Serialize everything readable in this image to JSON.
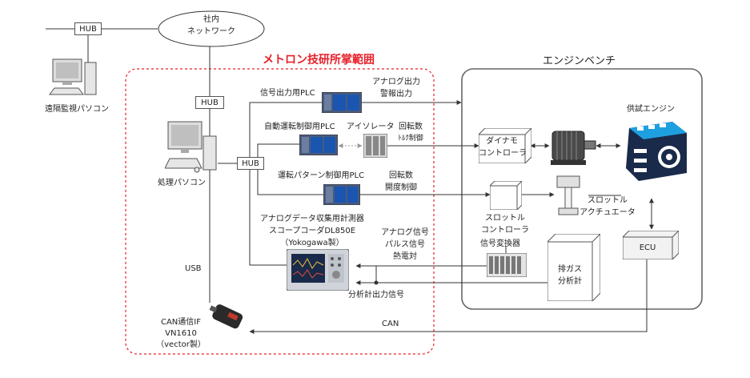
{
  "scope_title": "メトロン技研所掌範囲",
  "bench_title": "エンジンベンチ",
  "network": {
    "hub_top": "HUB",
    "cloud_line1": "社内",
    "cloud_line2": "ネットワーク"
  },
  "remote_pc_label": "遠隔監視パソコン",
  "hub_mid": "HUB",
  "hub_left": "HUB",
  "processing_pc_label": "処理パソコン",
  "usb_label": "USB",
  "can_if": {
    "line1": "CAN通信IF",
    "line2": "VN1610",
    "line3": "（vector製）"
  },
  "plc_signal_label": "信号出力用PLC",
  "plc_auto_label": "自動運転制御用PLC",
  "plc_pattern_label": "運転パターン制御用PLC",
  "isolator_label": "アイソレータ",
  "analog_out": {
    "line1": "アナログ出力",
    "line2": "警報出力"
  },
  "rpm_torque": {
    "line1": "回転数",
    "line2": "ﾄﾙｸ制御"
  },
  "rpm_throttle": {
    "line1": "回転数",
    "line2": "開度制御"
  },
  "recorder": {
    "line1": "アナログデータ収集用計測器",
    "line2": "スコープコーダDL850E",
    "line3": "（Yokogawa製）"
  },
  "signals": {
    "line1": "アナログ信号",
    "line2": "パルス信号",
    "line3": "熱電対"
  },
  "analyzer_output_label": "分析計出力信号",
  "can_label": "CAN",
  "dyno_ctrl": {
    "line1": "ダイナモ",
    "line2": "コントローラ"
  },
  "throttle_ctrl": {
    "line1": "スロットル",
    "line2": "コントローラ"
  },
  "throttle_actuator": {
    "line1": "スロットル",
    "line2": "アクチュエータ"
  },
  "engine_label": "供試エンジン",
  "ecu_label": "ECU",
  "converter_label": "信号変換器",
  "exhaust": {
    "line1": "排ガス",
    "line2": "分析計"
  },
  "colors": {
    "scope_border": "#e8202a",
    "scope_title": "#e8202a",
    "bench_border": "#666666",
    "plc_blue": "#1a56b0",
    "engine_blue": "#1ea0e0",
    "engine_dark": "#1a2a4a"
  }
}
